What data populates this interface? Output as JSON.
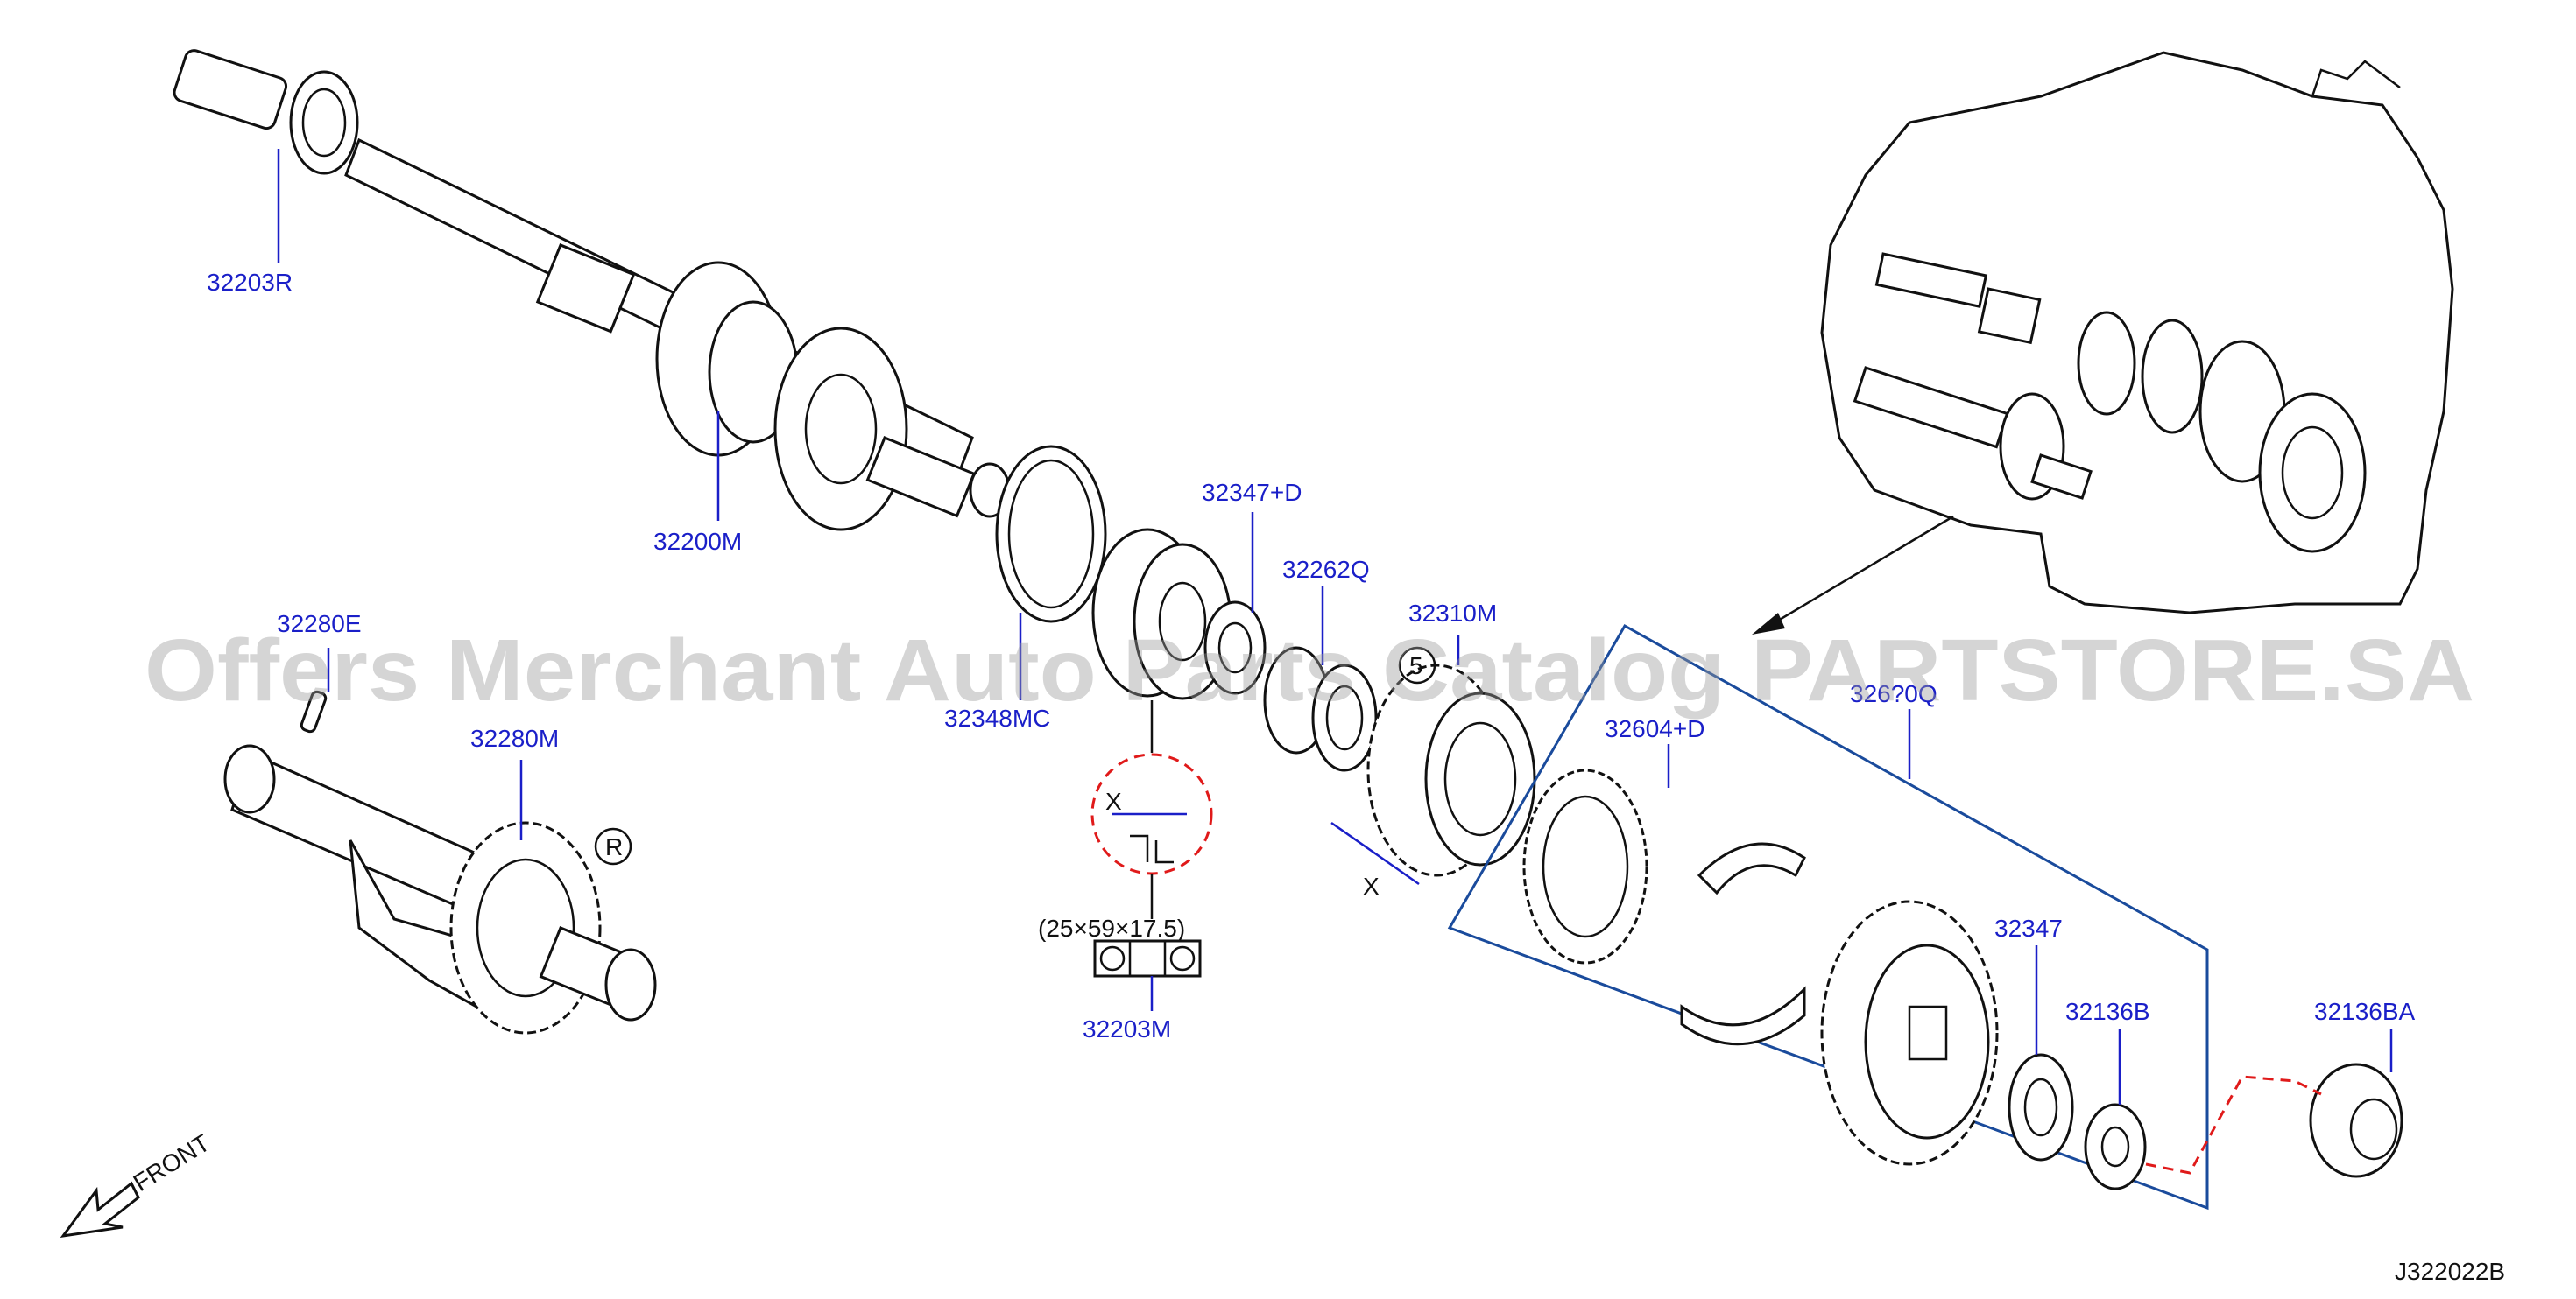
{
  "watermark": "Offers Merchant Auto Parts Catalog PARTSTORE.SA",
  "diagram_code": "J322022B",
  "front_label": "FRONT",
  "circle_R": "R",
  "circle_5": "5",
  "dimension_x": "X",
  "bearing_size": "(25×59×17.5)",
  "labels": {
    "p32203R": "32203R",
    "p32200M": "32200M",
    "p32280E": "32280E",
    "p32280M": "32280M",
    "p32348MC": "32348MC",
    "p32347D": "32347+D",
    "p32262Q": "32262Q",
    "p32310M": "32310M",
    "p32604D": "32604+D",
    "p32610Q": "326?0Q",
    "p32347": "32347",
    "p32136B": "32136B",
    "p32136BA": "32136BA",
    "p32203M": "32203M"
  },
  "colors": {
    "label": "#1a1fc8",
    "frame": "#1a4b9c",
    "callout": "#e01a1a",
    "line": "#111111"
  }
}
